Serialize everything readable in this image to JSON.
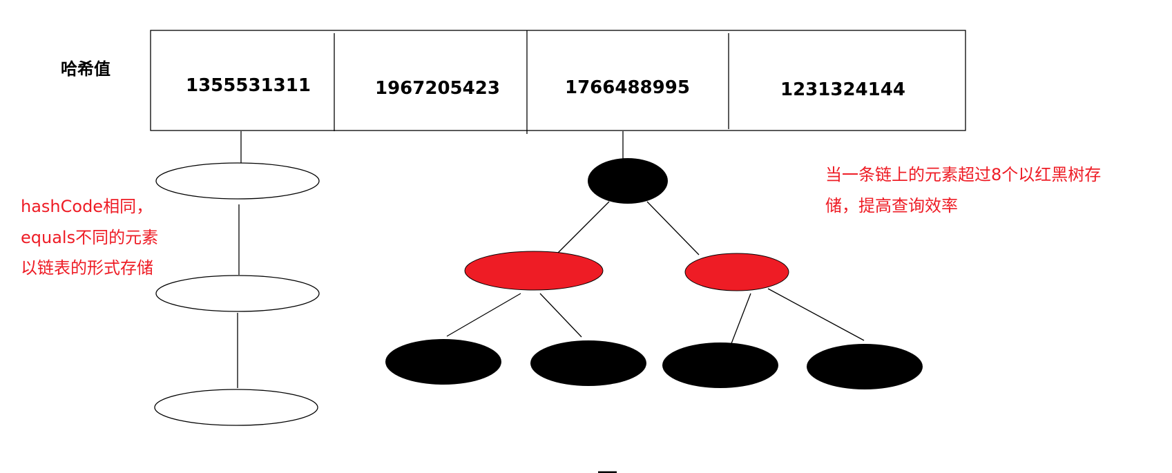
{
  "hash_label": "哈希值",
  "hash_values": [
    "1355531311",
    "1967205423",
    "1766488995",
    "1231324144"
  ],
  "linked_list_note": {
    "lines": [
      "hashCode相同，",
      "equals不同的元素",
      "以链表的形式存储"
    ]
  },
  "tree_note": {
    "lines": [
      "当一条链上的元素超过8个以红黑树存",
      "储，提高查询效率"
    ]
  },
  "colors": {
    "red_node": "#ee1c25",
    "black_node": "#000000",
    "note_text": "#ee1c25",
    "line": "#000000"
  }
}
